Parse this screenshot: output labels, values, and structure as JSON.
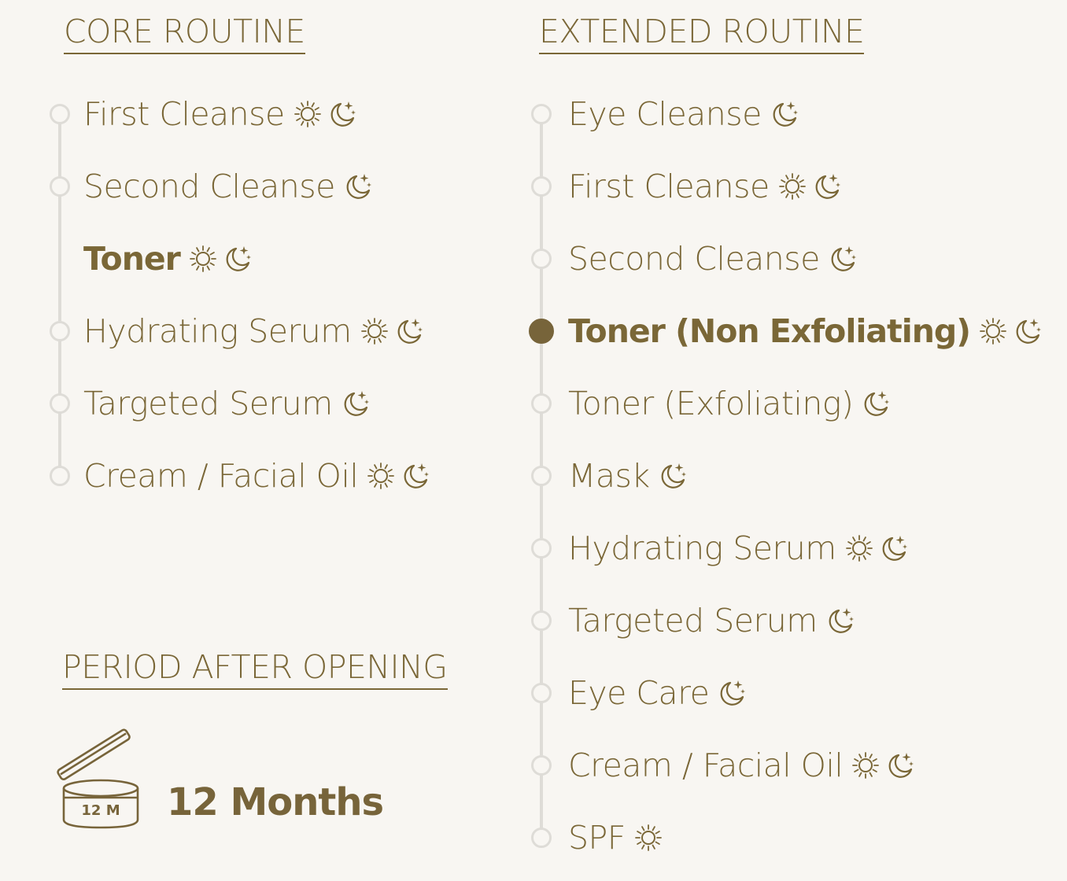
{
  "core": {
    "heading": "CORE ROUTINE",
    "steps": [
      {
        "label": "First Cleanse",
        "sun": true,
        "moon": true,
        "active": false,
        "bold": false
      },
      {
        "label": "Second Cleanse",
        "sun": false,
        "moon": true,
        "active": false,
        "bold": false
      },
      {
        "label": "Toner",
        "sun": true,
        "moon": true,
        "active": false,
        "bold": true
      },
      {
        "label": "Hydrating Serum",
        "sun": true,
        "moon": true,
        "active": false,
        "bold": false
      },
      {
        "label": "Targeted Serum",
        "sun": false,
        "moon": true,
        "active": false,
        "bold": false
      },
      {
        "label": "Cream / Facial Oil",
        "sun": true,
        "moon": true,
        "active": false,
        "bold": false
      }
    ]
  },
  "extended": {
    "heading": "EXTENDED ROUTINE",
    "steps": [
      {
        "label": "Eye Cleanse",
        "sun": false,
        "moon": true,
        "active": false,
        "bold": false
      },
      {
        "label": "First Cleanse",
        "sun": true,
        "moon": true,
        "active": false,
        "bold": false
      },
      {
        "label": "Second Cleanse",
        "sun": false,
        "moon": true,
        "active": false,
        "bold": false
      },
      {
        "label": "Toner (Non Exfoliating)",
        "sun": true,
        "moon": true,
        "active": true,
        "bold": true
      },
      {
        "label": "Toner (Exfoliating)",
        "sun": false,
        "moon": true,
        "active": false,
        "bold": false
      },
      {
        "label": "Mask",
        "sun": false,
        "moon": true,
        "active": false,
        "bold": false
      },
      {
        "label": "Hydrating Serum",
        "sun": true,
        "moon": true,
        "active": false,
        "bold": false
      },
      {
        "label": "Targeted Serum",
        "sun": false,
        "moon": true,
        "active": false,
        "bold": false
      },
      {
        "label": "Eye Care",
        "sun": false,
        "moon": true,
        "active": false,
        "bold": false
      },
      {
        "label": "Cream / Facial Oil",
        "sun": true,
        "moon": true,
        "active": false,
        "bold": false
      },
      {
        "label": "SPF",
        "sun": true,
        "moon": false,
        "active": false,
        "bold": false
      }
    ]
  },
  "pao": {
    "heading": "PERIOD AFTER OPENING",
    "jar_label": "12 M",
    "value": "12 Months"
  },
  "colors": {
    "accent": "#77643a",
    "text": "#7a6737",
    "line": "#dedcd7",
    "background": "#f8f6f2"
  },
  "icons": {
    "sun": "sun-icon",
    "moon": "moon-stars-icon",
    "jar": "open-jar-icon"
  }
}
